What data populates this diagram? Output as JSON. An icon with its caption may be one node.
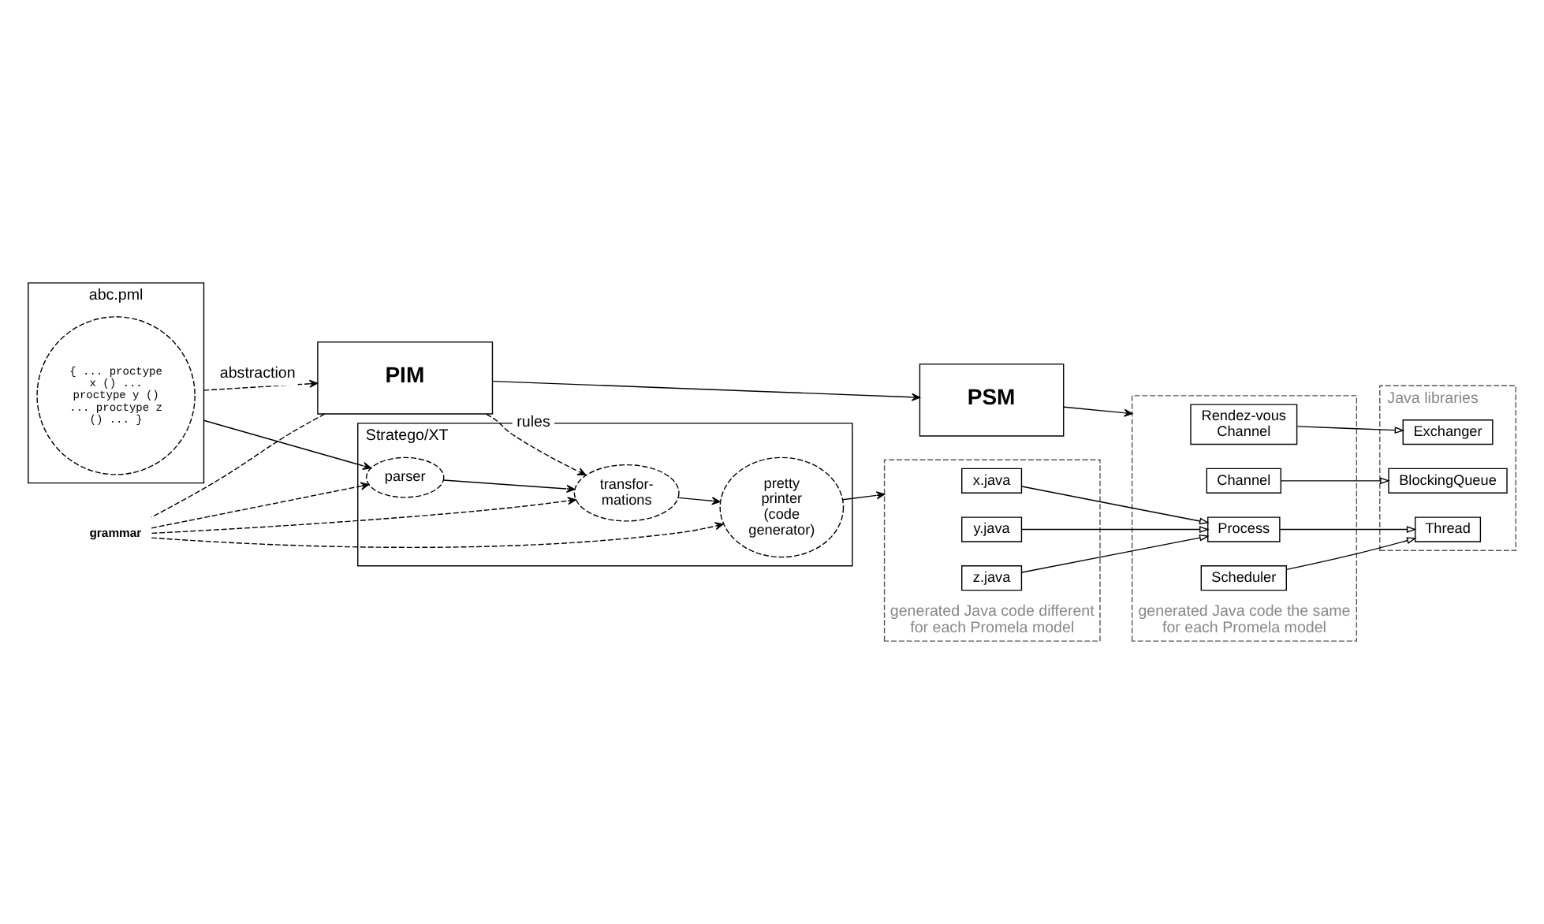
{
  "diagram": {
    "nodes": [
      {
        "text": [
          "PIM"
        ]
      },
      {
        "text": [
          "PSM"
        ]
      },
      {
        "text": [
          "Java libraries"
        ]
      },
      {
        "text": [
          "Exchanger"
        ],
        "in": 2
      },
      {
        "text": [
          "BlockingQueue"
        ],
        "in": 2
      },
      {
        "text": [
          "Thread"
        ],
        "in": 2
      },
      {
        "text": [
          "generated Java code the same for each Promela model"
        ]
      },
      {
        "text": [
          "Rendez-vous Channel"
        ],
        "in": 6
      },
      {
        "text": [
          "Channel"
        ],
        "in": 6
      },
      {
        "text": [
          "Process"
        ],
        "in": 6
      },
      {
        "text": [
          "Scheduler"
        ],
        "in": 6
      },
      {
        "text": [
          "abc.pml"
        ]
      },
      {
        "text": [
          "{ ... proctype x () ... proctype y () ... proctype z () ... }"
        ],
        "in": 11
      },
      {
        "text": [
          "Stratego/XT"
        ]
      },
      {
        "text": [
          "parser"
        ],
        "in": 13
      },
      {
        "text": [
          "transfor- mations"
        ],
        "in": 13
      },
      {
        "text": [
          "pretty printer (code generator)"
        ],
        "in": 13
      },
      {
        "text": [
          "generated Java code different for each Promela model"
        ]
      },
      {
        "text": [
          "x.java"
        ],
        "in": 17
      },
      {
        "text": [
          "y.java"
        ],
        "in": 17
      },
      {
        "text": [
          "z.java"
        ],
        "in": 17
      },
      {
        "text": [
          "grammar"
        ]
      }
    ],
    "edges": [
      {
        "from": 0,
        "to": 1,
        "arrow": "to"
      },
      {
        "from": 1,
        "to": 6,
        "arrow": "to"
      },
      {
        "from": 11,
        "to": 0,
        "arrow": "to",
        "label": "abstraction",
        "style": "dashed"
      },
      {
        "from": 0,
        "to": 15,
        "arrow": "to",
        "label": "rules",
        "style": "dashed"
      },
      {
        "from": 0,
        "to": 21,
        "arrow": "none",
        "style": "dashed"
      },
      {
        "from": 11,
        "to": 14,
        "arrow": "to"
      },
      {
        "from": 14,
        "to": 15,
        "arrow": "to"
      },
      {
        "from": 15,
        "to": 16,
        "arrow": "to"
      },
      {
        "from": 16,
        "to": 17,
        "arrow": "to"
      },
      {
        "from": 21,
        "to": 14,
        "arrow": "to",
        "style": "dashed"
      },
      {
        "from": 21,
        "to": 15,
        "arrow": "to",
        "style": "dashed"
      },
      {
        "from": 21,
        "to": 16,
        "arrow": "to",
        "style": "dashed"
      },
      {
        "from": 7,
        "to": 3,
        "arrow": "to"
      },
      {
        "from": 8,
        "to": 4,
        "arrow": "to"
      },
      {
        "from": 9,
        "to": 5,
        "arrow": "to"
      },
      {
        "from": 10,
        "to": 5,
        "arrow": "to"
      },
      {
        "from": 18,
        "to": 9,
        "arrow": "to"
      },
      {
        "from": 19,
        "to": 9,
        "arrow": "to"
      },
      {
        "from": 20,
        "to": 9,
        "arrow": "to"
      }
    ]
  }
}
